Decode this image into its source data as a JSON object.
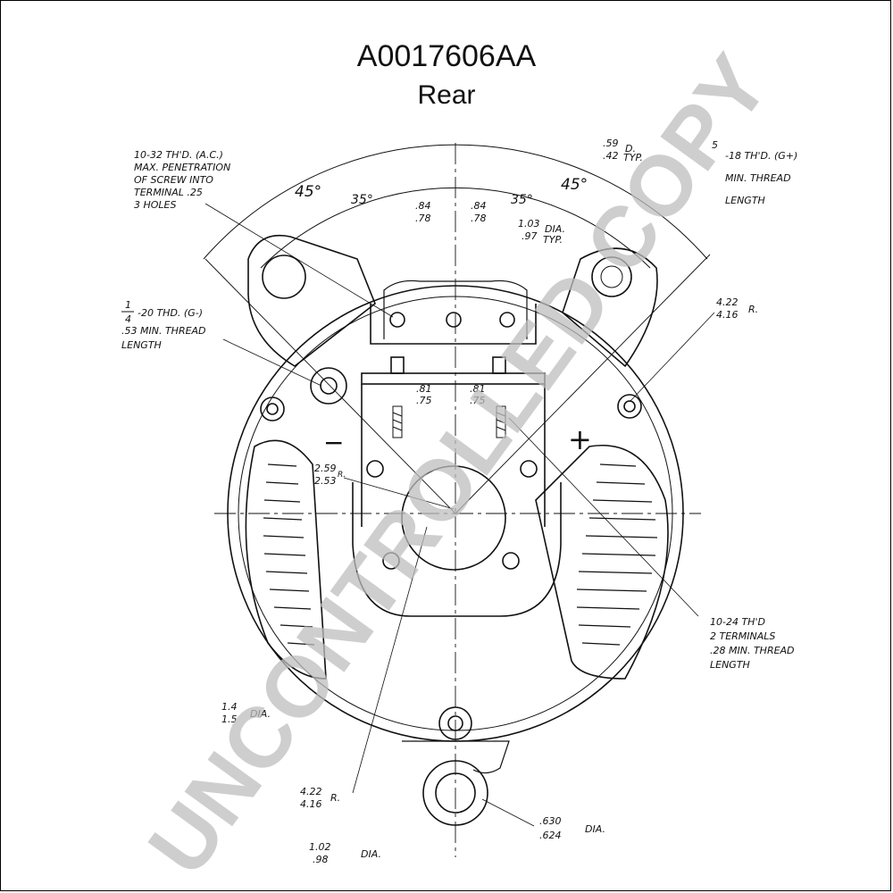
{
  "header": {
    "part_number": "A0017606AA",
    "view": "Rear"
  },
  "angles": {
    "a_left_outer": "45°",
    "a_left_inner": "35°",
    "a_right_inner": "35°",
    "a_right_outer": "45°"
  },
  "notes": {
    "ac_terminal": [
      "10-32 TH'D. (A.C.)",
      "MAX. PENETRATION",
      "OF SCREW INTO",
      "TERMINAL .25",
      "3 HOLES"
    ],
    "neg_terminal": [
      "-20 THD. (G-)",
      ".53 MIN. THREAD",
      "LENGTH"
    ],
    "neg_frac_num": "1",
    "neg_frac_den": "4",
    "pos_terminal": [
      "5",
      "-18 TH'D. (G+)",
      "MIN. THREAD",
      "LENGTH"
    ],
    "small_terminals": [
      "10-24 TH'D",
      "2 TERMINALS",
      ".28 MIN. THREAD",
      "LENGTH"
    ]
  },
  "dims": {
    "top_left_a": ".84",
    "top_left_b": ".78",
    "top_right_a": ".84",
    "top_right_b": ".78",
    "mid_left_a": ".81",
    "mid_left_b": ".75",
    "mid_right_a": ".81",
    "mid_right_b": ".75",
    "hole_d_a": ".59",
    "hole_d_b": ".42",
    "hole_d_suffix": "D.",
    "hole_d_typ": "TYP.",
    "dia_a": "1.03",
    "dia_b": ".97",
    "dia_suffix": "DIA.",
    "dia_typ": "TYP.",
    "radius_r_a": "4.22",
    "radius_r_b": "4.16",
    "radius_r_suffix": "R.",
    "hub_a": "2.59",
    "hub_b": "2.53",
    "hub_suffix": "R.",
    "left_dia_a": "1.4",
    "left_dia_b": "1.5",
    "left_dia_suffix": "DIA.",
    "bottom_r_a": "4.22",
    "bottom_r_b": "4.16",
    "bottom_r_suffix": "R.",
    "pivot_a": ".630",
    "pivot_b": ".624",
    "pivot_suffix": "DIA.",
    "boss_a": "1.02",
    "boss_b": ".98",
    "boss_suffix": "DIA."
  },
  "symbols": {
    "minus": "−",
    "plus": "+"
  },
  "watermark": "UNCONTROLLED COPY"
}
